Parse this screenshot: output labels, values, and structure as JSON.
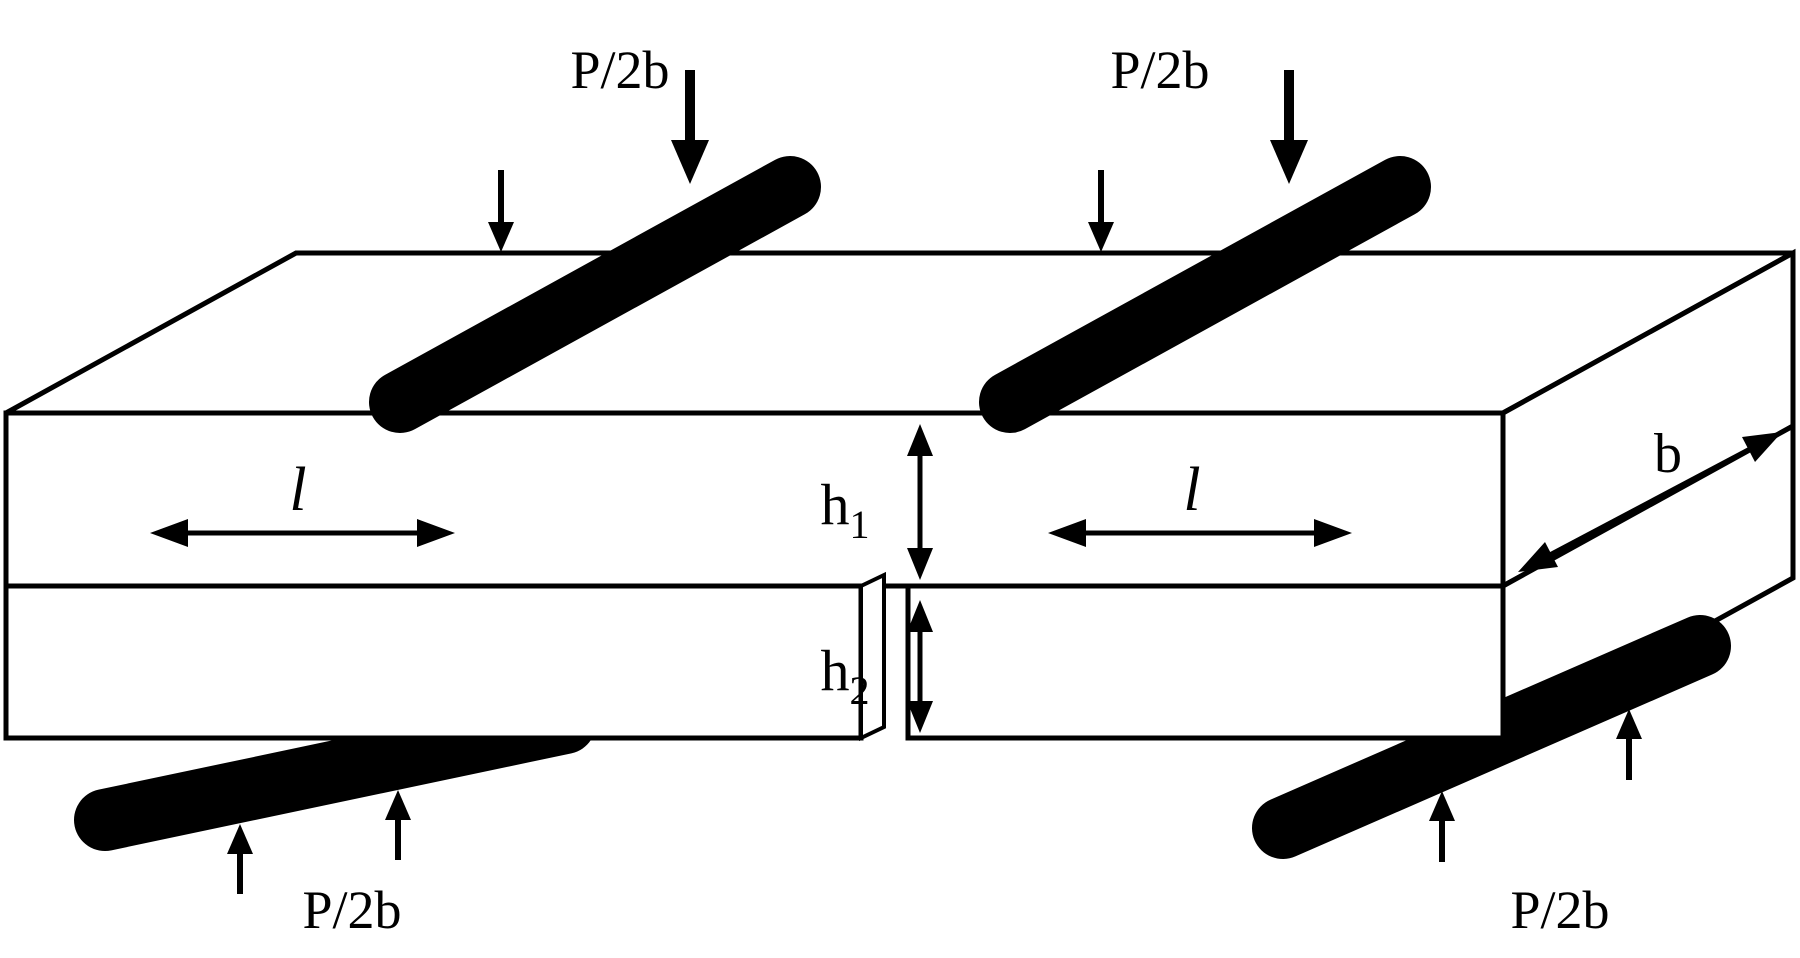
{
  "diagram": {
    "title": "four-point-bend-notched-bilayer-specimen",
    "colors": {
      "ink": "#000000",
      "background": "#ffffff"
    },
    "loads": {
      "top_left": "P/2b",
      "top_right": "P/2b",
      "bottom_left": "P/2b",
      "bottom_right": "P/2b"
    },
    "dimensions": {
      "span_left": "l",
      "span_right": "l",
      "h1": {
        "base": "h",
        "sub": "1"
      },
      "h2": {
        "base": "h",
        "sub": "2"
      },
      "width": "b"
    }
  }
}
